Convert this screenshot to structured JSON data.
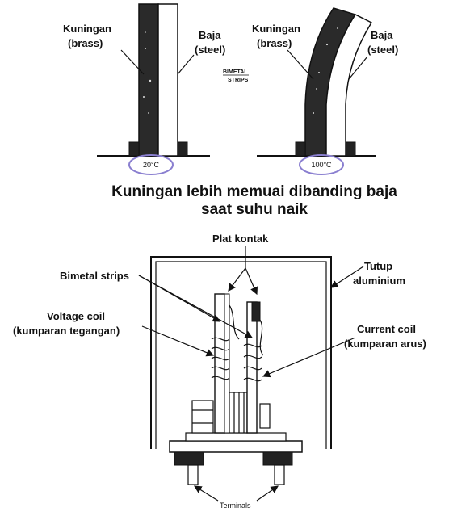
{
  "top": {
    "left_strip": {
      "brass_label_line1": "Kuningan",
      "brass_label_line2": "(brass)",
      "steel_label_line1": "Baja",
      "steel_label_line2": "(steel)",
      "temperature": "20°C"
    },
    "right_strip": {
      "brass_label_line1": "Kuningan",
      "brass_label_line2": "(brass)",
      "steel_label_line1": "Baja",
      "steel_label_line2": "(steel)",
      "temperature": "100°C"
    },
    "center_label_line1": "BIMETAL",
    "center_label_line2": "STRIPS",
    "caption_line1": "Kuningan lebih memuai dibanding baja",
    "caption_line2": "saat suhu naik"
  },
  "bottom": {
    "plat_kontak": "Plat kontak",
    "bimetal_strips": "Bimetal strips",
    "tutup_line1": "Tutup",
    "tutup_line2": "aluminium",
    "voltage_coil_line1": "Voltage coil",
    "voltage_coil_line2": "(kumparan tegangan)",
    "current_coil_line1": "Current coil",
    "current_coil_line2": "(kumparan arus)",
    "terminals": "Terminals"
  },
  "colors": {
    "brass": "#2a2a2a",
    "steel": "#ffffff",
    "highlight_ellipse": "#8a7fd0"
  }
}
